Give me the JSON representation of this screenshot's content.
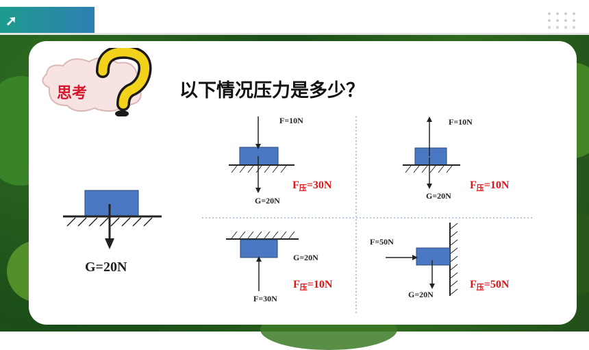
{
  "header": {
    "icon": "running-person-icon"
  },
  "think_bubble": {
    "label": "思考",
    "icon": "question-mark-icon"
  },
  "question": "以下情况压力是多少？",
  "colors": {
    "answer": "#e0161a",
    "block": "#4a78c2",
    "panel": "#ffffff"
  },
  "main_figure": {
    "gravity_label": "G=20N"
  },
  "cases": [
    {
      "force_label": "F=10N",
      "gravity_label": "G=20N",
      "answer_prefix": "F",
      "answer_sub": "压",
      "answer_value": "=30N"
    },
    {
      "force_label": "F=10N",
      "gravity_label": "G=20N",
      "answer_prefix": "F",
      "answer_sub": "压",
      "answer_value": "=10N"
    },
    {
      "force_label": "F=30N",
      "gravity_label": "G=20N",
      "answer_prefix": "F",
      "answer_sub": "压",
      "answer_value": "=10N"
    },
    {
      "force_label": "F=50N",
      "gravity_label": "G=20N",
      "answer_prefix": "F",
      "answer_sub": "压",
      "answer_value": "=50N"
    }
  ]
}
